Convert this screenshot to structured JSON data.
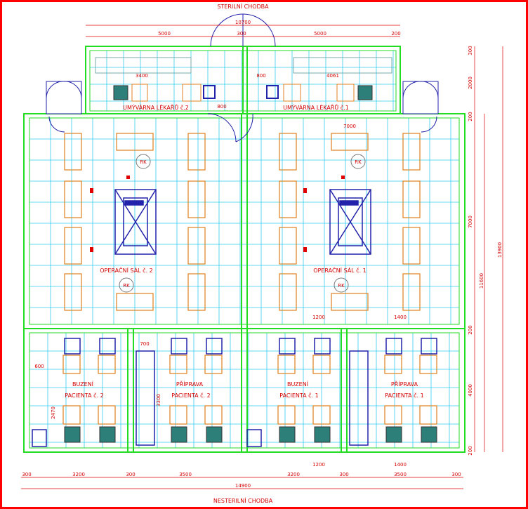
{
  "corridors": {
    "top": "STERILNÍ CHODBA",
    "bottom": "NESTERILNÍ CHODBA"
  },
  "rooms": {
    "washroom_2": "UMÝVÁRNA LÉKAŘŮ č.2",
    "washroom_1": "UMÝVÁRNA LÉKAŘŮ č.1",
    "or_2": "OPERAČNÍ SÁL č. 2",
    "or_1": "OPERAČNÍ SÁL č. 1",
    "wake_2_l1": "BUZENÍ",
    "wake_2_l2": "PACIENTA č. 2",
    "wake_1_l1": "BUZENÍ",
    "wake_1_l2": "PACIENTA č. 1",
    "prep_2_l1": "PŘÍPRAVA",
    "prep_2_l2": "PACIENTA č. 2",
    "prep_1_l1": "PŘÍPRAVA",
    "prep_1_l2": "PACIENTA č. 1"
  },
  "equipment_label": "RK",
  "dimensions": {
    "top_total": "10700",
    "top_left": "5000",
    "top_mid": "300",
    "top_right": "5000",
    "top_right_end": "200",
    "wash_left_inner": "3400",
    "wash_right_small": "800",
    "wash_right_inner": "4061",
    "door_top": "800",
    "or_width": "7000",
    "or_height": "7000",
    "bottom_room_1200_top": "1200",
    "bottom_room_1400_top": "1400",
    "prep_700": "700",
    "prep_3300": "3300",
    "wake_600": "600",
    "wake_2470": "2470",
    "bottom_1200": "1200",
    "bottom_1400": "1400",
    "b_300_a": "300",
    "b_3200_a": "3200",
    "b_300_b": "300",
    "b_3500_a": "3500",
    "b_3200_b": "3200",
    "b_300_c": "300",
    "b_3500_b": "3500",
    "b_300_d": "300",
    "b_total": "14900",
    "r_300": "300",
    "r_2000": "2000",
    "r_200_a": "200",
    "r_7000": "7000",
    "r_11600": "11600",
    "r_13900": "13900",
    "r_200_b": "200",
    "r_4000": "4000",
    "r_200_c": "200"
  }
}
